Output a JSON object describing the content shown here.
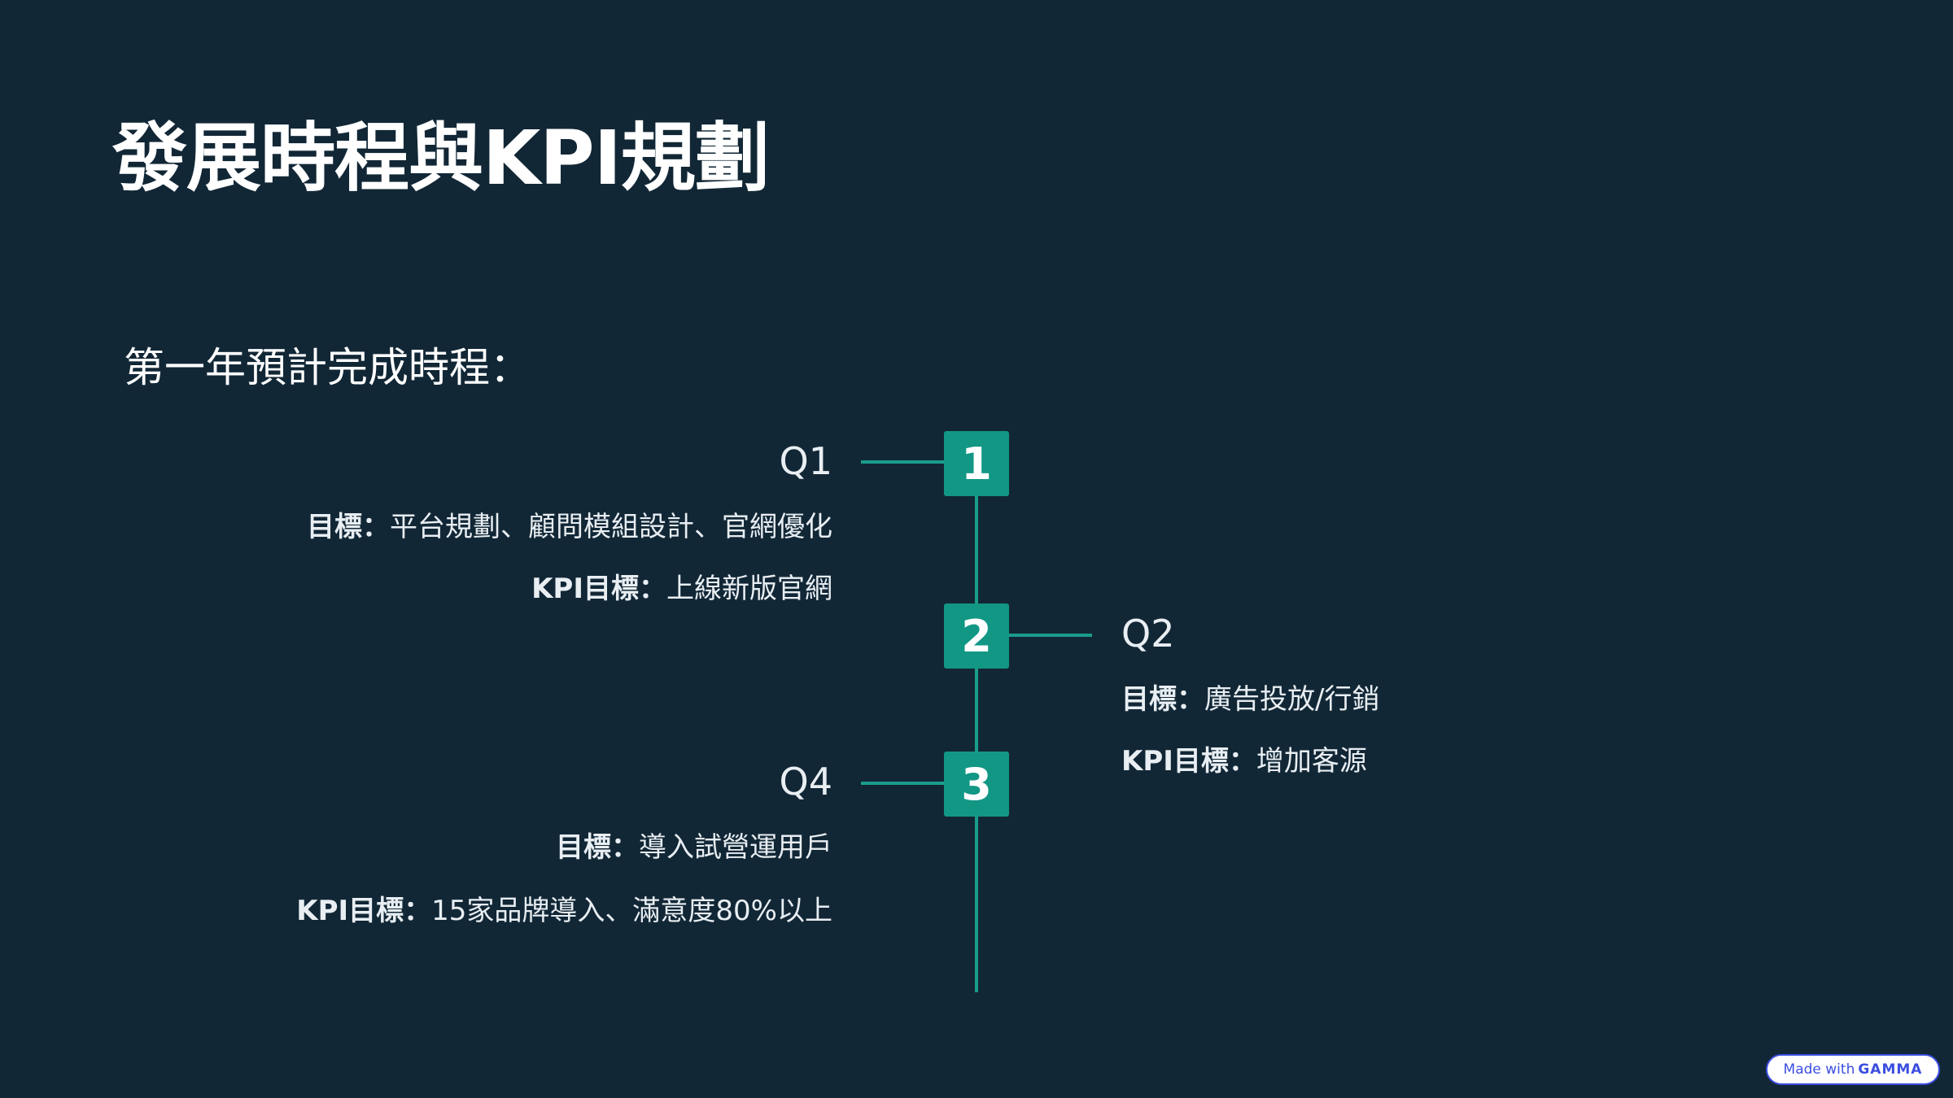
{
  "title": "發展時程與KPI規劃",
  "subtitle": "第一年預計完成時程：",
  "timeline": {
    "items": [
      {
        "step": "1",
        "quarter": "Q1",
        "goal_label": "目標：",
        "goal": "平台規劃、顧問模組設計、官網優化",
        "kpi_label": "KPI目標：",
        "kpi": "上線新版官網"
      },
      {
        "step": "2",
        "quarter": "Q2",
        "goal_label": "目標：",
        "goal": "廣告投放/行銷",
        "kpi_label": "KPI目標：",
        "kpi": "增加客源"
      },
      {
        "step": "3",
        "quarter": "Q4",
        "goal_label": "目標：",
        "goal": "導入試營運用戶",
        "kpi_label": "KPI目標：",
        "kpi": "15家品牌導入、滿意度80%以上"
      }
    ]
  },
  "badge": {
    "prefix": "Made with",
    "brand": "GAMMA"
  },
  "colors": {
    "background": "#122736",
    "accent": "#129785",
    "text": "#e8eef2"
  }
}
